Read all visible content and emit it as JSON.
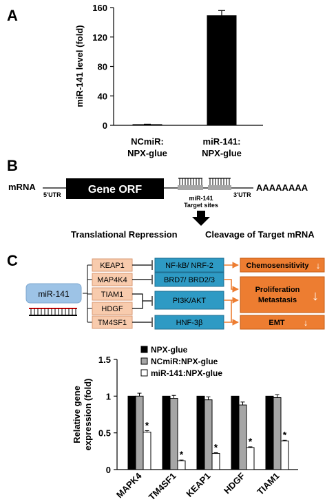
{
  "panels": {
    "a_label": "A",
    "b_label": "B",
    "c_label": "C"
  },
  "panel_a": {
    "ylabel": "miR-141 level (fold)",
    "tick_labels": [
      "0",
      "40",
      "80",
      "120",
      "160"
    ],
    "category_lines": [
      [
        "NCmiR:",
        "NPX-glue"
      ],
      [
        "miR-141:",
        "NPX-glue"
      ]
    ]
  },
  "panel_b": {
    "mrna_label": "mRNA",
    "utr5_label": "5'UTR",
    "orf_label": "Gene ORF",
    "target_sites_lines": [
      "miR-141",
      "Target sites"
    ],
    "utr3_label": "3'UTR",
    "polya_label": "AAAAAAAA",
    "repression_label": "Translational Repression",
    "cleavage_label": "Cleavage of Target mRNA"
  },
  "panel_c_diagram": {
    "mirna_label": "miR-141",
    "targets": [
      "KEAP1",
      "MAP4K4",
      "TIAM1",
      "HDGF",
      "TM4SF1"
    ],
    "pathways": [
      "NF-kB/ NRF-2",
      "BRD7/ BRD2/3",
      "PI3K/AKT",
      "HNF-3β"
    ],
    "outcomes": {
      "chemosensitivity": "Chemosensitivity",
      "proliferation": "Proliferation",
      "metastasis": "Metastasis",
      "emt": "EMT"
    },
    "down_arrow_glyph": "↓",
    "colors": {
      "mirna_box": "#9dc3e6",
      "target_box": "#f8cbad",
      "pathway_box": "#2e9ac4",
      "outcome_box": "#ed7d31",
      "arrow": "#ed7d31"
    }
  },
  "chart_data": [
    {
      "type": "bar",
      "categories": [
        "NCmiR: NPX-glue",
        "miR-141: NPX-glue"
      ],
      "values": [
        1,
        149
      ],
      "errors": [
        0.5,
        7
      ],
      "title": "",
      "xlabel": "",
      "ylabel": "miR-141 level (fold)",
      "ylim": [
        0,
        160
      ],
      "yticks": [
        0,
        40,
        80,
        120,
        160
      ],
      "colors": [
        "#000000",
        "#000000"
      ],
      "grid": false
    },
    {
      "type": "bar",
      "categories": [
        "MAPK4",
        "TM4SF1",
        "KEAP1",
        "HDGF",
        "TIAM1"
      ],
      "series": [
        {
          "name": "NPX-glue",
          "values": [
            1,
            1,
            1,
            1,
            1
          ],
          "errors": [
            0,
            0,
            0,
            0,
            0
          ],
          "color": "#000000"
        },
        {
          "name": "NCmiR:NPX-glue",
          "values": [
            1.0,
            0.97,
            0.95,
            0.88,
            0.98
          ],
          "errors": [
            0.04,
            0.04,
            0.04,
            0.04,
            0.04
          ],
          "color": "#a6a6a6"
        },
        {
          "name": "miR-141:NPX-glue",
          "values": [
            0.51,
            0.12,
            0.22,
            0.3,
            0.39
          ],
          "errors": [
            0.02,
            0.01,
            0.01,
            0.01,
            0.01
          ],
          "color": "#ffffff"
        }
      ],
      "significance": [
        "*",
        "*",
        "*",
        "*",
        "*"
      ],
      "ylabel": "Relative gene expression (fold)",
      "ylabel_lines": [
        "Relative gene",
        "expression (fold)"
      ],
      "ylim": [
        0,
        1.5
      ],
      "yticks": [
        0,
        0.5,
        1,
        1.5
      ],
      "ytick_labels": [
        "0",
        "0.5",
        "1",
        "1.5"
      ],
      "legend_position": "top",
      "grid": false
    }
  ]
}
